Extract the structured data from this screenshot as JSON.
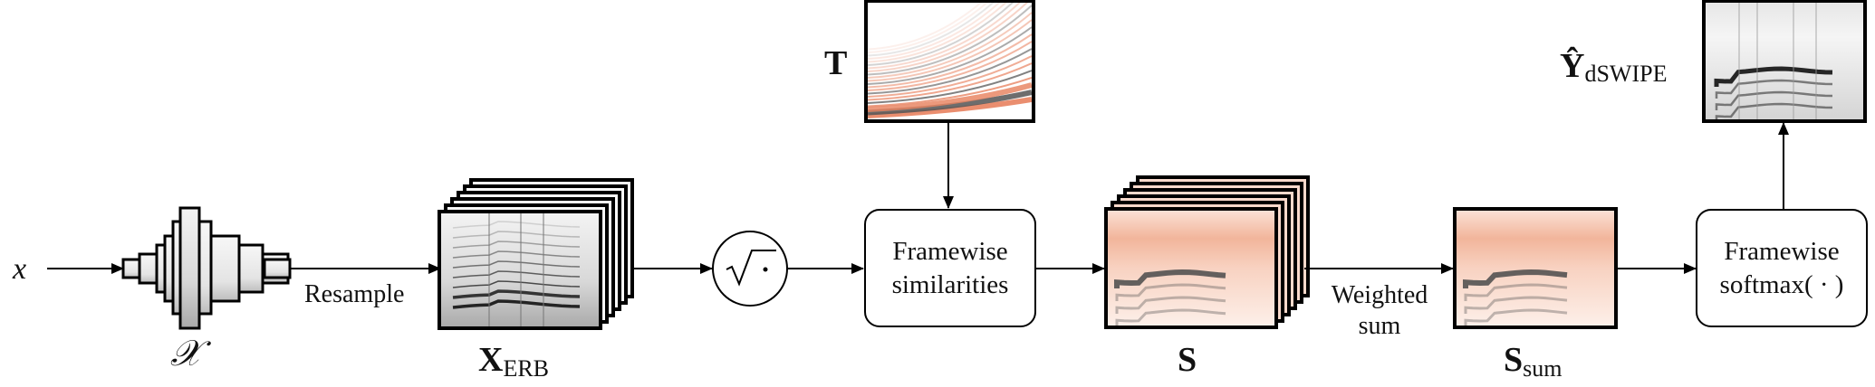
{
  "diagram": {
    "input": {
      "symbol": "x"
    },
    "filterbank": {
      "symbol": "𝒳"
    },
    "edges": {
      "resample": "Resample",
      "weighted_sum_line1": "Weighted",
      "weighted_sum_line2": "sum"
    },
    "xerb": {
      "symbol": "X",
      "subscript": "ERB"
    },
    "sqrt": {
      "symbol": "√",
      "arg": "·"
    },
    "similarities_box": {
      "line1": "Framewise",
      "line2": "similarities"
    },
    "templates": {
      "symbol": "T"
    },
    "similarity_stack": {
      "symbol": "S"
    },
    "summed": {
      "symbol": "S",
      "subscript": "sum"
    },
    "softmax_box": {
      "line1": "Framewise",
      "line2": "softmax( · )"
    },
    "output": {
      "symbol": "Ŷ",
      "subscript": "dSWIPE"
    },
    "colors": {
      "stroke": "#000000",
      "similarity_positive": "#e8825f",
      "similarity_negative": "#4a4a4a",
      "spectrogram_dark": "#1a1a1a",
      "spectrogram_light": "#f2f2f2"
    }
  }
}
